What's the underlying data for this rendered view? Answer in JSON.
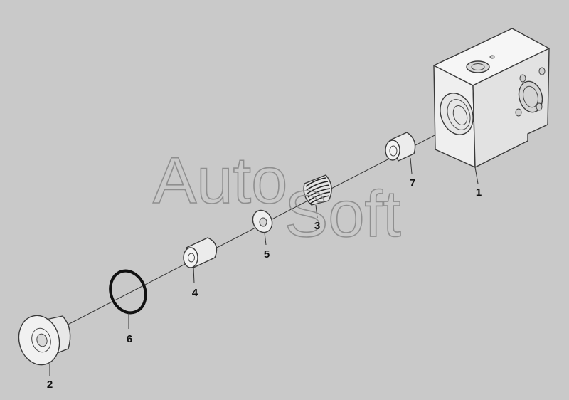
{
  "watermark": {
    "part1": "Auto",
    "part2": "Soft"
  },
  "parts": [
    {
      "id": "1",
      "label": "1",
      "name": "valve-body"
    },
    {
      "id": "2",
      "label": "2",
      "name": "end-cap"
    },
    {
      "id": "3",
      "label": "3",
      "name": "spring"
    },
    {
      "id": "4",
      "label": "4",
      "name": "valve-plunger"
    },
    {
      "id": "5",
      "label": "5",
      "name": "washer"
    },
    {
      "id": "6",
      "label": "6",
      "name": "o-ring"
    },
    {
      "id": "7",
      "label": "7",
      "name": "valve-seat"
    }
  ],
  "colors": {
    "background": "#c9c9c9",
    "part_fill": "#efefef",
    "part_shade": "#dcdcdc",
    "line": "#3a3a3a",
    "watermark_stroke": "#8f8f8f"
  }
}
